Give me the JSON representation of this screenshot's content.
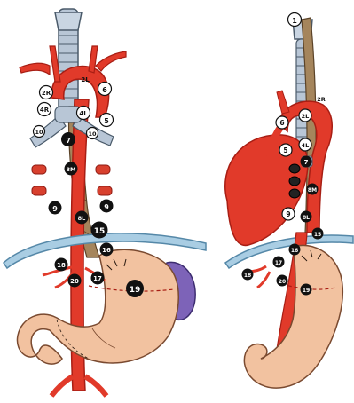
{
  "figure": {
    "panels": [
      {
        "view": "anterior",
        "labels": {
          "n2L": "2L",
          "n2R": "2R",
          "n4R": "4R",
          "n4L": "4L",
          "n5": "5",
          "n6": "6",
          "n7": "7",
          "n10l": "10",
          "n10r": "10",
          "n8M": "8M",
          "n8L": "8L",
          "n9l": "9",
          "n9r": "9",
          "n15": "15",
          "n16": "16",
          "n17": "17",
          "n18": "18",
          "n19": "19",
          "n20": "20"
        }
      },
      {
        "view": "left-lateral",
        "labels": {
          "n1": "1",
          "n2R": "2R",
          "n2L": "2L",
          "n5": "5",
          "n6": "6",
          "n4L": "4L",
          "n7": "7",
          "n8M": "8M",
          "n8L": "8L",
          "n9": "9",
          "n15": "15",
          "n16": "16",
          "n17": "17",
          "n18": "18",
          "n19": "19",
          "n20": "20"
        }
      }
    ],
    "colors": {
      "artery": "#e13a2a",
      "artery_dark": "#a81e14",
      "trachea": "#b8c6d6",
      "esophagus": "#a5855c",
      "stomach": "#f2c2a0",
      "spleen": "#7d63b8",
      "diaphragm": "#a9cde3",
      "node_dark": "#111111",
      "node_light": "#ffffff"
    }
  }
}
